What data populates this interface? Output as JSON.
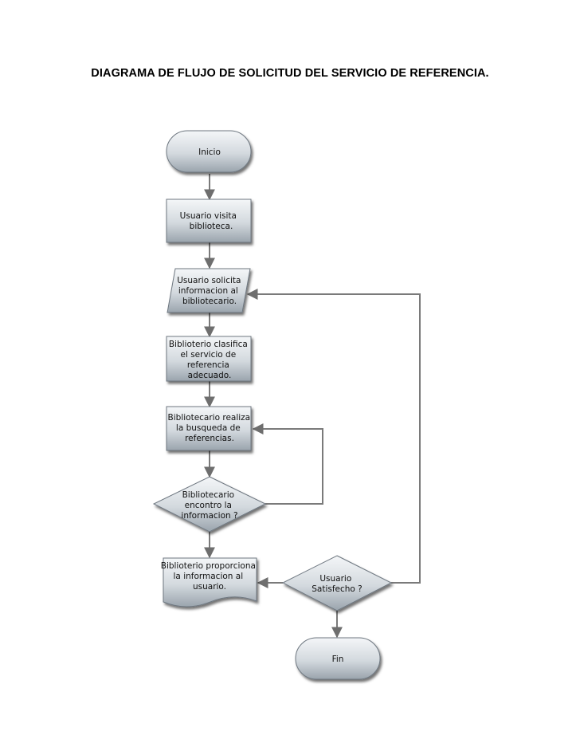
{
  "title": "DIAGRAMA DE FLUJO DE SOLICITUD DEL SERVICIO DE REFERENCIA.",
  "nodes": {
    "start": {
      "lines": [
        "Inicio"
      ]
    },
    "visit": {
      "lines": [
        "Usuario visita",
        "biblioteca."
      ]
    },
    "request": {
      "lines": [
        "Usuario solicita",
        "informacion al",
        "bibliotecario."
      ]
    },
    "classify": {
      "lines": [
        "Biblioterio clasifica",
        "el servicio de",
        "referencia",
        "adecuado."
      ]
    },
    "search": {
      "lines": [
        "Bibliotecario realiza",
        "la busqueda de",
        "referencias."
      ]
    },
    "found": {
      "lines": [
        "Bibliotecario",
        "encontro la",
        "informacion ?"
      ]
    },
    "provide": {
      "lines": [
        "Biblioterio proporciona",
        "la informacion al",
        "usuario."
      ]
    },
    "satisfied": {
      "lines": [
        "Usuario",
        "Satisfecho ?"
      ]
    },
    "end": {
      "lines": [
        "Fin"
      ]
    }
  },
  "colors": {
    "shape_top": "#f4f6f8",
    "shape_bottom": "#9aa4ad",
    "stroke": "#6e7780",
    "connector": "#7a7a7a"
  }
}
